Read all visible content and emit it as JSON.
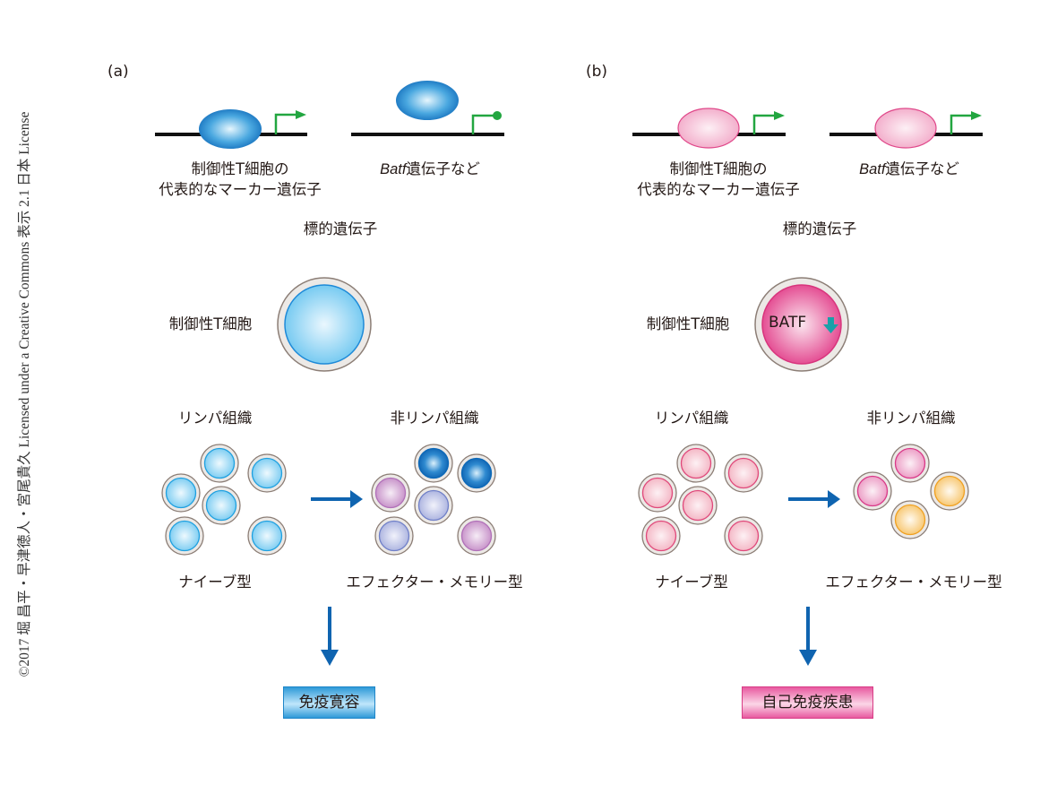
{
  "copyright": "©2017 堀 昌平・早津徳人・宮尾貴久 Licensed under a Creative Commons 表示 2.1 日本 License",
  "panels": [
    {
      "id": "a",
      "label": "(a)",
      "gene_marker_label_line1": "制御性T細胞の",
      "gene_marker_label_line2": "代表的なマーカー遺伝子",
      "gene_batf_label_italic": "Batf",
      "gene_batf_label_rest": "遺伝子など",
      "target_genes_label": "標的遺伝子",
      "treg_label": "制御性T細胞",
      "treg_inner_text": "",
      "lymphoid_label": "リンパ組織",
      "nonlymphoid_label": "非リンパ組織",
      "naive_label": "ナイーブ型",
      "effector_label": "エフェクター・メモリー型",
      "outcome": "免疫寛容",
      "marker_promoter_state": "active",
      "batf_promoter_state": "repressed",
      "factor_color": "#1a78c2"
    },
    {
      "id": "b",
      "label": "(b)",
      "gene_marker_label_line1": "制御性T細胞の",
      "gene_marker_label_line2": "代表的なマーカー遺伝子",
      "gene_batf_label_italic": "Batf",
      "gene_batf_label_rest": "遺伝子など",
      "target_genes_label": "標的遺伝子",
      "treg_label": "制御性T細胞",
      "treg_inner_text": "BATF",
      "treg_inner_indicator": "down-arrow",
      "lymphoid_label": "リンパ組織",
      "nonlymphoid_label": "非リンパ組織",
      "naive_label": "ナイーブ型",
      "effector_label": "エフェクター・メモリー型",
      "outcome": "自己免疫疾患",
      "marker_promoter_state": "active",
      "batf_promoter_state": "active",
      "factor_color": "#e8589b"
    }
  ],
  "colors": {
    "promoter_green": "#22a640",
    "flow_arrow_blue": "#0f64b0",
    "batf_down_arrow": "#1aa0a8",
    "cell_membrane": "#8c7e76",
    "cell_blue": "#1ea0e0",
    "cell_dark_blue": "#0b68b8",
    "cell_lavender": "#6f7fc8",
    "cell_purple": "#b070b8",
    "cell_pink": "#e0487a",
    "cell_magenta": "#d93888",
    "cell_orange": "#f0a020"
  },
  "cells": {
    "a_naive": [
      "blue",
      "blue",
      "blue",
      "blue",
      "blue",
      "blue"
    ],
    "a_effector": [
      "dark_blue",
      "dark_blue",
      "purple",
      "lavender",
      "lavender",
      "purple"
    ],
    "b_naive": [
      "pink",
      "pink",
      "pink",
      "pink",
      "pink",
      "pink"
    ],
    "b_effector": [
      "magenta",
      "magenta",
      "orange",
      "orange"
    ]
  }
}
